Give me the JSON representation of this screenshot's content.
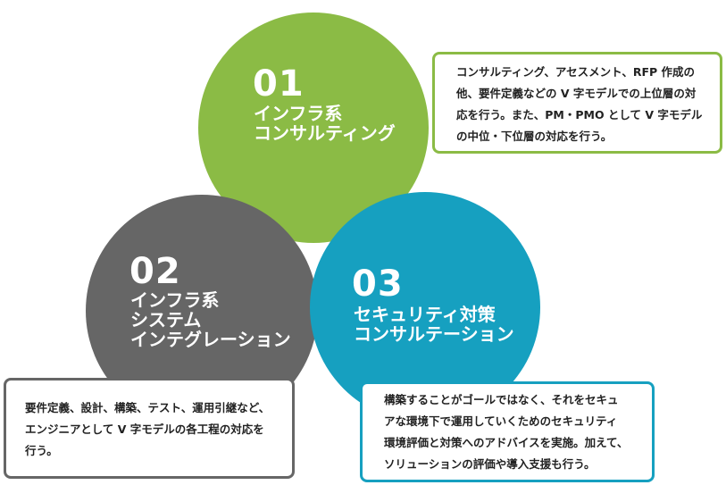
{
  "items": [
    {
      "number": "01",
      "title": [
        "インフラ系",
        "コンサルティング"
      ],
      "description": [
        "コンサルティング、アセスメント、RFP 作成の",
        "他、要件定義などの V 字モデルでの上位層の対",
        "応を行う。また、PM・PMO として V 字モデル",
        "の中位・下位層の対応を行う。"
      ]
    },
    {
      "number": "02",
      "title": [
        "インフラ系",
        "システム",
        "インテグレーション"
      ],
      "description": [
        "要件定義、設計、構築、テスト、運用引継など、",
        "エンジニアとして V 字モデルの各工程の対応を",
        "行う。"
      ]
    },
    {
      "number": "03",
      "title": [
        "セキュリティ対策",
        "コンサルテーション"
      ],
      "description": [
        "構築することがゴールではなく、それをセキュ",
        "アな環境下で運用していくためのセキュリティ",
        "環境評価と対策へのアドバイスを実施。加えて、",
        "ソリューションの評価や導入支援も行う。"
      ]
    }
  ],
  "colors": {
    "green": "#8bbb45",
    "gray": "#666666",
    "blue": "#16a0c0"
  }
}
